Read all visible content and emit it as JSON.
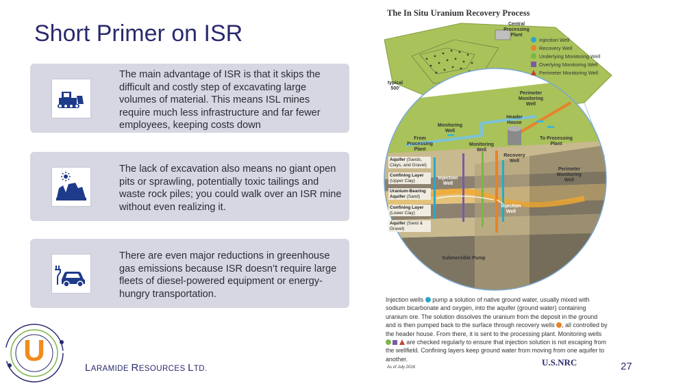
{
  "slide": {
    "title": "Short Primer on ISR",
    "page_number": "27",
    "brand": {
      "first_letter": "L",
      "first_rest": "ARAMIDE ",
      "second_letter": "R",
      "second_rest": "ESOURCES ",
      "third_letter": "L",
      "third_rest": "TD."
    },
    "logo_letter": "U"
  },
  "cards": [
    {
      "icon": "bulldozer-icon",
      "text": "The main advantage of ISR is that it skips the difficult and costly step of excavating large volumes of material. This means ISL mines require much less infrastructure and far fewer employees, keeping costs down"
    },
    {
      "icon": "open-pit-mine-icon",
      "text": "The lack of excavation also means no giant open pits or sprawling, potentially toxic tailings and waste rock piles; you could walk over an ISR mine without even realizing it."
    },
    {
      "icon": "electric-car-icon",
      "text": "There are even major reductions in greenhouse gas emissions because ISR doesn’t require large fleets of diesel-powered equipment or energy-hungry transportation."
    }
  ],
  "diagram": {
    "title": "The In Situ Uranium Recovery Process",
    "legend": [
      {
        "label": "Injection Well",
        "color": "#29a8c9",
        "shape": "circle"
      },
      {
        "label": "Recovery Well",
        "color": "#e8822a",
        "shape": "circle"
      },
      {
        "label": "Underlying Monitoring Well",
        "color": "#7ab648",
        "shape": "circle"
      },
      {
        "label": "Overlying Monitoring Well",
        "color": "#7a5aa6",
        "shape": "square"
      },
      {
        "label": "Perimeter Monitoring Well",
        "color": "#c0452d",
        "shape": "triangle"
      }
    ],
    "labels": {
      "central_plant": "Central Processing Plant",
      "typical": "typical 500'",
      "perimeter_top": "Perimeter Monitoring Well",
      "header_house": "Header House",
      "from_plant": "From Processing Plant",
      "monitoring_1": "Monitoring Well",
      "monitoring_2": "Monitoring Well",
      "to_plant": "To Processing Plant",
      "recovery": "Recovery Well",
      "perimeter_right": "Perimeter Monitoring Well",
      "injection_1": "Injection Well",
      "injection_2": "Injection Well",
      "pump": "Submersible Pump",
      "aquifer_top": "Aquifer",
      "aquifer_top_sub": "(Sands, Clays, and Gravel)",
      "confining_upper": "Confining Layer",
      "confining_upper_sub": "(Upper Clay)",
      "uranium": "Uranium-Bearing Aquifer",
      "uranium_sub": "(Sand)",
      "confining_lower": "Confining Layer",
      "confining_lower_sub": "(Lower Clay)",
      "aquifer_bottom": "Aquifer",
      "aquifer_bottom_sub": "(Sand & Gravel)"
    },
    "caption": {
      "p1": "Injection wells",
      "p2": "pump a solution of native ground water, usually mixed with sodium bicarbonate and oxygen, into the aquifer (ground water) containing uranium ore. The solution dissolves the uranium from the deposit in the ground and is then pumped back to the surface through recovery wells",
      "p3": ", all controlled by the header house. From there, it is sent to the processing plant. Monitoring wells",
      "p4": "are checked regularly to ensure that injection solution is not escaping from the wellfield. Confining layers keep ground water from moving from one aquifer to another."
    },
    "as_of": "As of July 2016",
    "nrc_logo": "U.S.NRC"
  }
}
